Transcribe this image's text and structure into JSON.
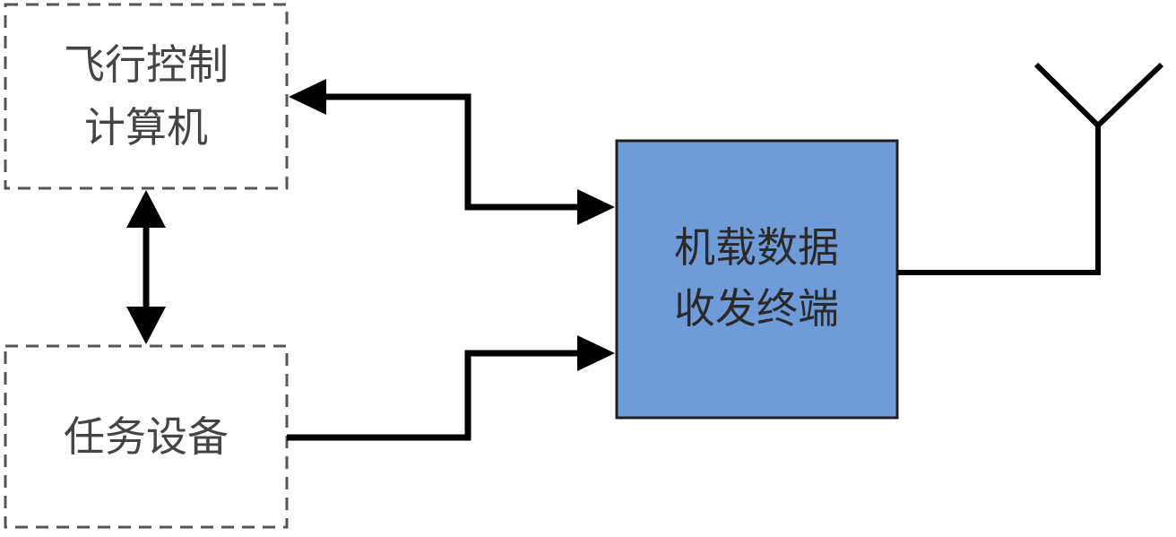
{
  "nodes": {
    "flight_control": {
      "lines": [
        "飞行控制",
        "计算机"
      ]
    },
    "mission_equipment": {
      "lines": [
        "任务设备"
      ]
    },
    "airborne_terminal": {
      "lines": [
        "机载数据",
        "收发终端"
      ],
      "fill": "#6f9bd9"
    }
  },
  "colors": {
    "line": "#000000",
    "dashed_border": "#555555",
    "terminal_border": "#1f1f1f"
  },
  "icons": {
    "antenna": "antenna-icon"
  }
}
